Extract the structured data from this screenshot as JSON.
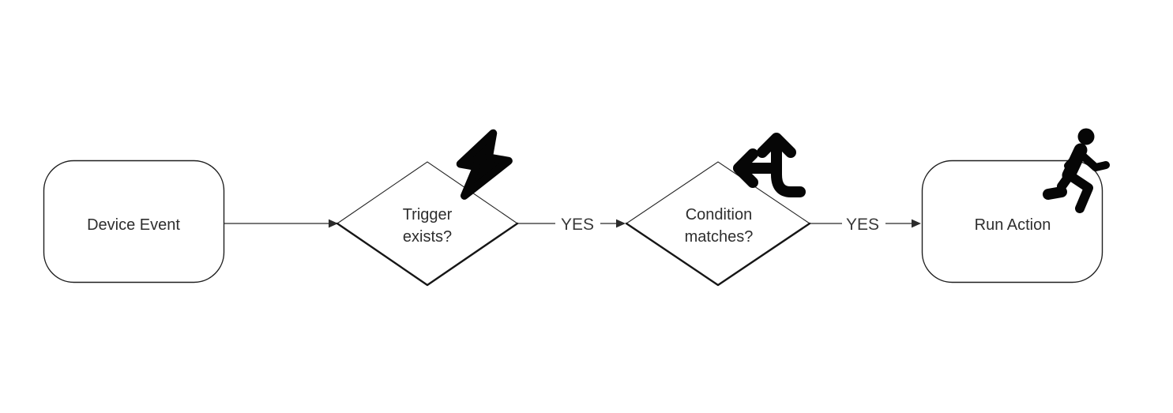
{
  "diagram": {
    "background_color": "#ffffff",
    "shape_stroke_color": "#1f1f1f",
    "text_color": "#2e2e2e",
    "edge_color": "#4d4d4d",
    "icon_color": "#060606",
    "nodes": [
      {
        "id": "device-event",
        "shape": "rounded-rect",
        "label": "Device Event",
        "icon": null
      },
      {
        "id": "trigger-exists",
        "shape": "diamond",
        "label": "Trigger exists?",
        "lines": [
          "Trigger",
          "exists?"
        ],
        "icon": "lightning-bolt"
      },
      {
        "id": "condition-matches",
        "shape": "diamond",
        "label": "Condition matches?",
        "lines": [
          "Condition",
          "matches?"
        ],
        "icon": "split-arrows-up-left"
      },
      {
        "id": "run-action",
        "shape": "rounded-rect",
        "label": "Run Action",
        "icon": "person-running"
      }
    ],
    "edges": [
      {
        "from": "device-event",
        "to": "trigger-exists"
      },
      {
        "from": "trigger-exists",
        "to": "condition-matches",
        "label": "YES"
      },
      {
        "from": "condition-matches",
        "to": "run-action",
        "label": "YES"
      }
    ]
  }
}
